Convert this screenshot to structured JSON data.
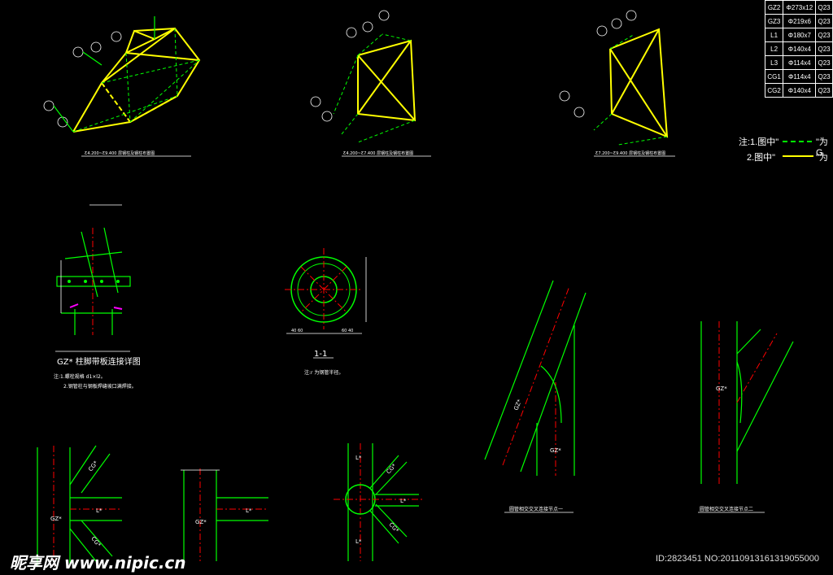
{
  "spec_table": [
    {
      "code": "GZ2",
      "size": "Φ273x12",
      "mat": "Q23"
    },
    {
      "code": "GZ3",
      "size": "Φ219x6",
      "mat": "Q23"
    },
    {
      "code": "L1",
      "size": "Φ180x7",
      "mat": "Q23"
    },
    {
      "code": "L2",
      "size": "Φ140x4",
      "mat": "Q23"
    },
    {
      "code": "L3",
      "size": "Φ114x4",
      "mat": "Q23"
    },
    {
      "code": "CG1",
      "size": "Φ114x4",
      "mat": "Q23"
    },
    {
      "code": "CG2",
      "size": "Φ140x4",
      "mat": "Q23"
    }
  ],
  "legend": {
    "line1_prefix": "注:1.图中\"",
    "line1_suffix": "\"为G",
    "line2_prefix": "2.图中\"",
    "line2_suffix": "\"为"
  },
  "drawings": {
    "iso1_title": "Ƹ4.200~Ƹ9.400 层钢柱及钢柱布置图",
    "iso2_title": "Ƹ4.200~Ƹ7.400 层钢柱及钢柱布置图",
    "iso3_title": "Ƹ7.200~Ƹ9.400 层钢柱及钢柱布置图",
    "gz_detail_title": "GZ* 柱脚带板连接详图",
    "gz_note1": "注:1.螺栓规格 d1×l2。",
    "gz_note2": "2.钢管柱与钢板焊缝坡口满焊接。",
    "section_title": "1-1",
    "section_note": "注:r 为钢管半径。",
    "joint1_title": "圆管相交交叉连接节点一",
    "joint2_title": "圆管相交交叉连接节点二",
    "lbl_gz": "GZ*",
    "lbl_l": "L*",
    "lbl_cg": "CG*"
  },
  "watermark": {
    "left": "昵享网 www.nipic.cn",
    "right": "ID:2823451 NO:20110913161319055000"
  },
  "colors": {
    "green": "#00ff00",
    "yellow": "#ffff00",
    "red": "#ff0000",
    "white": "#ffffff",
    "magenta": "#ff00ff",
    "background": "#000000"
  }
}
